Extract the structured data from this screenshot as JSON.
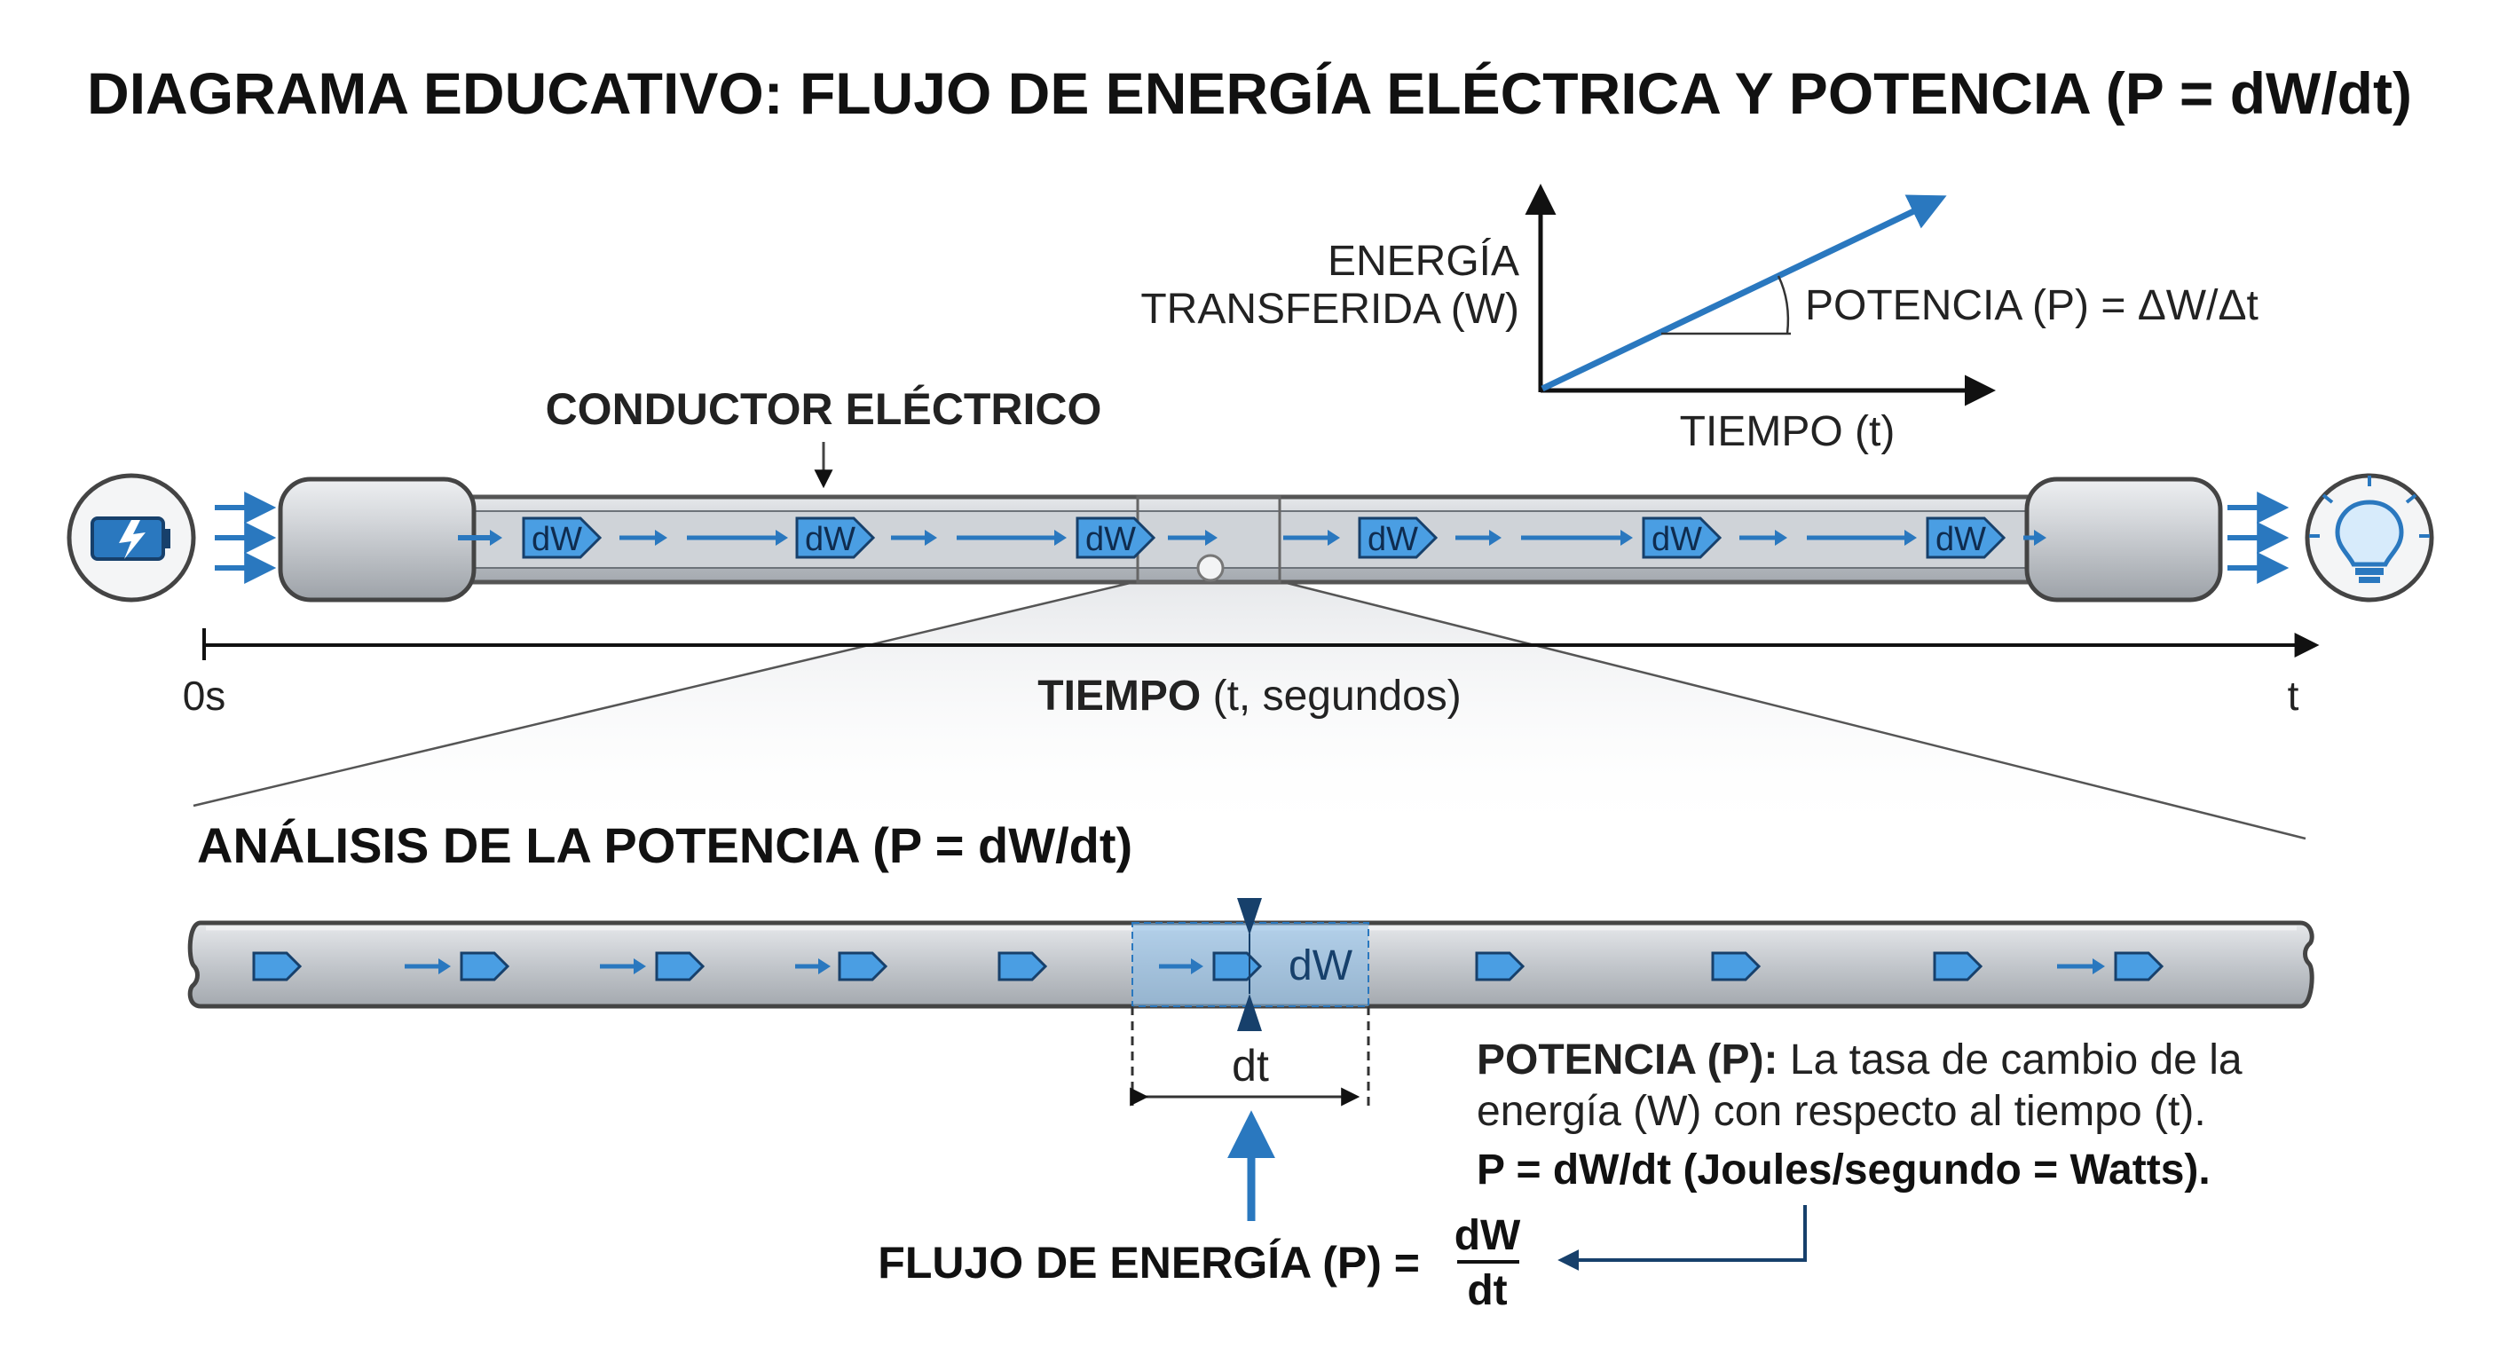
{
  "title": "DIAGRAMA EDUCATIVO: FLUJO DE ENERGÍA ELÉCTRICA Y POTENCIA (P = dW/dt)",
  "top_graph": {
    "y_label_line1": "ENERGÍA",
    "y_label_line2": "TRANSFERIDA (W)",
    "x_label": "TIEMPO (t)",
    "slope_label": "POTENCIA (P) = ΔW/Δt"
  },
  "conductor": {
    "label": "CONDUCTOR ELÉCTRICO",
    "packet_label": "dW"
  },
  "source_icon": "battery-charging-icon",
  "load_icon": "light-bulb-icon",
  "timeline": {
    "start": "0s",
    "end": "t",
    "label_bold": "TIEMPO",
    "label_rest": " (t, segundos)"
  },
  "analysis": {
    "heading": "ANÁLISIS DE LA POTENCIA (P = dW/dt)",
    "dw_label": "dW",
    "dt_label": "dt",
    "definition_bold": "POTENCIA (P):",
    "definition_rest_line1": " La tasa de cambio de la",
    "definition_line2": "energía (W) con respecto al tiempo (t).",
    "formula_line": "P = dW/dt (Joules/segundo = Watts).",
    "flow_label": "FLUJO DE ENERGÍA (P) =",
    "fraction_num": "dW",
    "fraction_den": "dt"
  },
  "colors": {
    "accent_blue": "#2a78bf",
    "packet_fill": "#4a9ee3",
    "dark_navy": "#17406b",
    "pipe_gray": "#c4c8cd",
    "highlight": "#9cc9ef"
  }
}
